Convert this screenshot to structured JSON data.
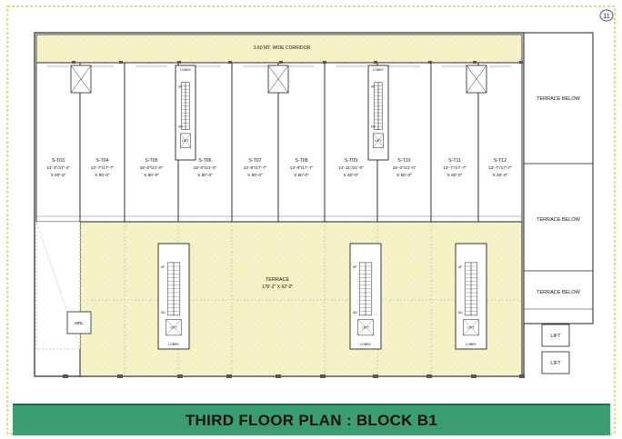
{
  "page_number": "11",
  "corridor_label": "3.60 MT. WIDE CORRIDOR",
  "shops": [
    {
      "id": "S-T03",
      "size": "13'-2\"/17'-2\"",
      "depth": "X 60'-0\""
    },
    {
      "id": "S-T04",
      "size": "13'-7\"/17'-7\"",
      "depth": "X 60'-0\""
    },
    {
      "id": "S-T05",
      "size": "15'-0\"/21'-0\"",
      "depth": "X 60'-0\""
    },
    {
      "id": "S-T06",
      "size": "15'-0\"/21'-0\"",
      "depth": "X 60'-0\""
    },
    {
      "id": "S-T07",
      "size": "13'-8\"/17'-7\"",
      "depth": "X 60'-0\""
    },
    {
      "id": "S-T08",
      "size": "13'-8\"/17'-7\"",
      "depth": "X 60'-0\""
    },
    {
      "id": "S-T09",
      "size": "14'-11\"/21'-0\"",
      "depth": "X 60'-0\""
    },
    {
      "id": "S-T10",
      "size": "15'-0\"/21'-0\"",
      "depth": "X 60'-0\""
    },
    {
      "id": "S-T11",
      "size": "13'-7\"/17'-7\"",
      "depth": "X 60'-0\""
    },
    {
      "id": "S-T12",
      "size": "13'-7\"/17'-7\"",
      "depth": "X 60'-0\""
    }
  ],
  "terrace_below": [
    "TERRACE BELOW",
    "TERRACE BELOW",
    "TERRACE BELOW"
  ],
  "terrace": {
    "label": "TERRACE",
    "size": "176'-2\" X 62'-0\""
  },
  "mrl_label": "MRL",
  "lobby_label": "LOBBY",
  "lift_label": "LIFT",
  "up_label": "UP",
  "dn_label": "DN",
  "lift_boxes": [
    "LIFT",
    "LIFT"
  ],
  "title": "THIRD FLOOR PLAN : BLOCK B1",
  "colors": {
    "terrace_fill": "#f7f3c9",
    "footer": "#3a9e72",
    "line": "#222222",
    "border": "#d6b400"
  }
}
